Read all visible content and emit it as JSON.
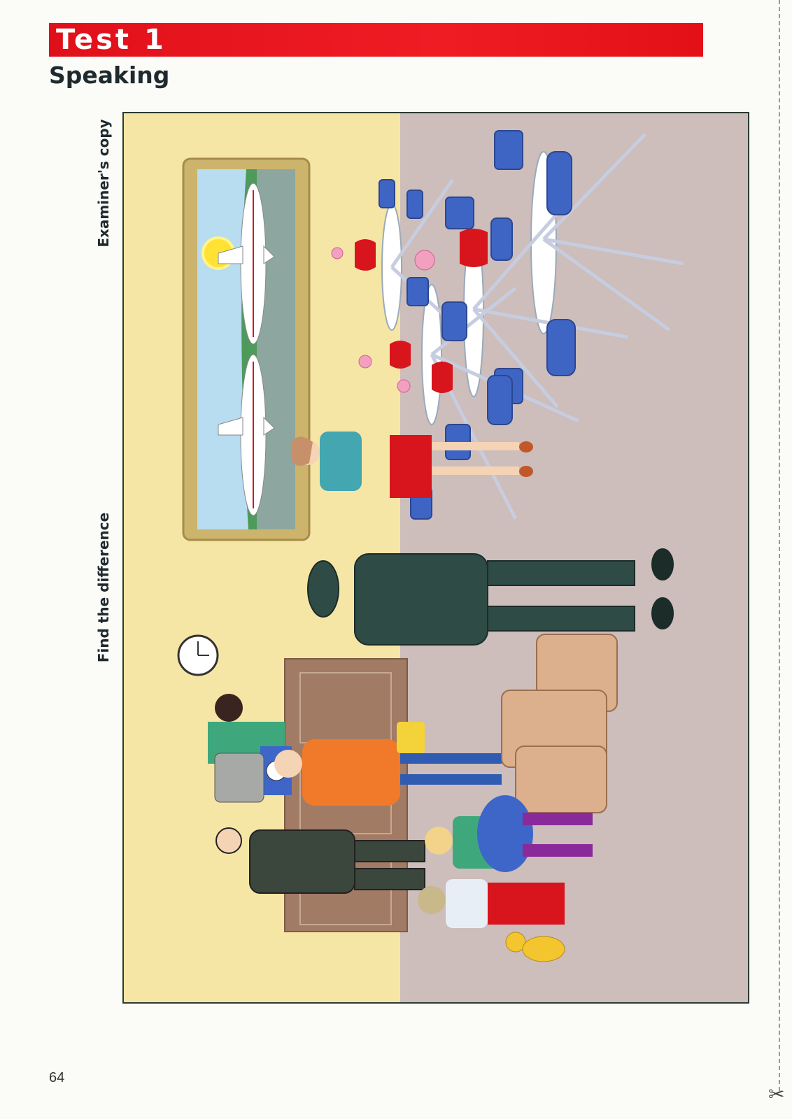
{
  "header": {
    "test_title": "Test 1",
    "section": "Speaking"
  },
  "side_labels": {
    "top": "Examiner's copy",
    "bottom": "Find the difference"
  },
  "page_number": "64",
  "icons": {
    "cut_mark": "scissors-icon"
  },
  "colors": {
    "title_bar": "#e8141c",
    "wall": "#f6e6a6",
    "floor": "#cdbdbb"
  }
}
